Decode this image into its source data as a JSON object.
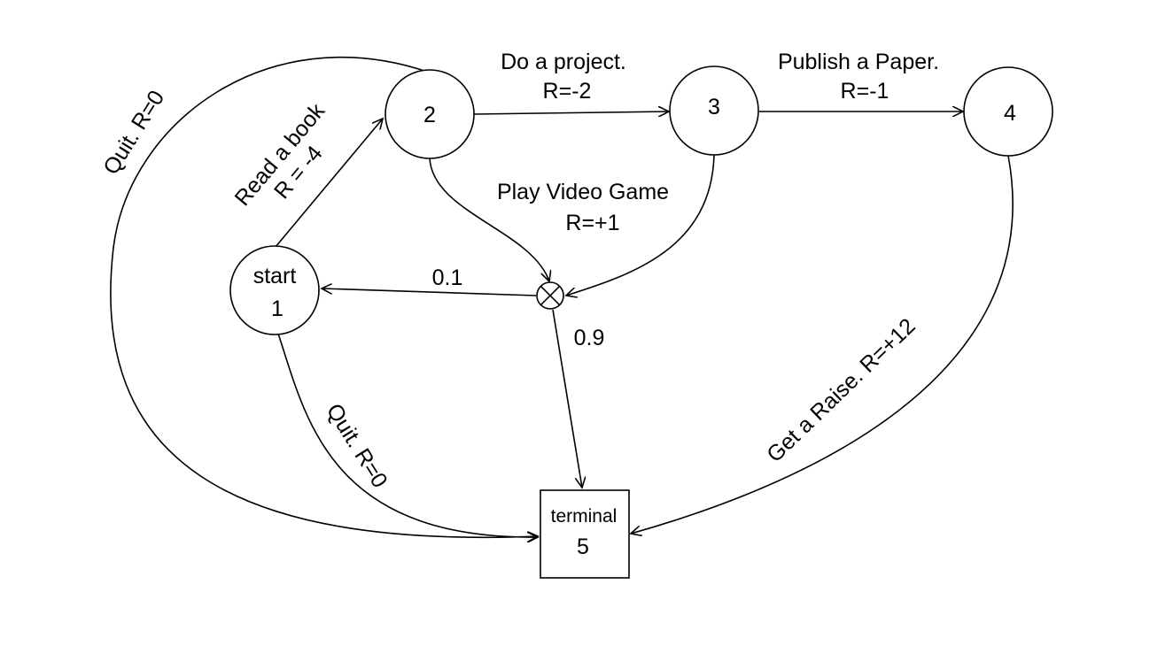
{
  "nodes": {
    "start": {
      "line1": "start",
      "line2": "1"
    },
    "n2": {
      "label": "2"
    },
    "n3": {
      "label": "3"
    },
    "n4": {
      "label": "4"
    },
    "terminal": {
      "line1": "terminal",
      "line2": "5"
    }
  },
  "edges": {
    "read_book": {
      "action": "Read a book",
      "reward": "R = -4"
    },
    "do_project": {
      "action": "Do a project.",
      "reward": "R=-2"
    },
    "publish_paper": {
      "action": "Publish a Paper.",
      "reward": "R=-1"
    },
    "play_video_game": {
      "action": "Play Video Game",
      "reward": "R=+1"
    },
    "prob_to_start": "0.1",
    "prob_to_terminal": "0.9",
    "quit_from_2": "Quit. R=0",
    "quit_from_1": "Quit. R=0",
    "get_raise": "Get a Raise. R=+12"
  }
}
